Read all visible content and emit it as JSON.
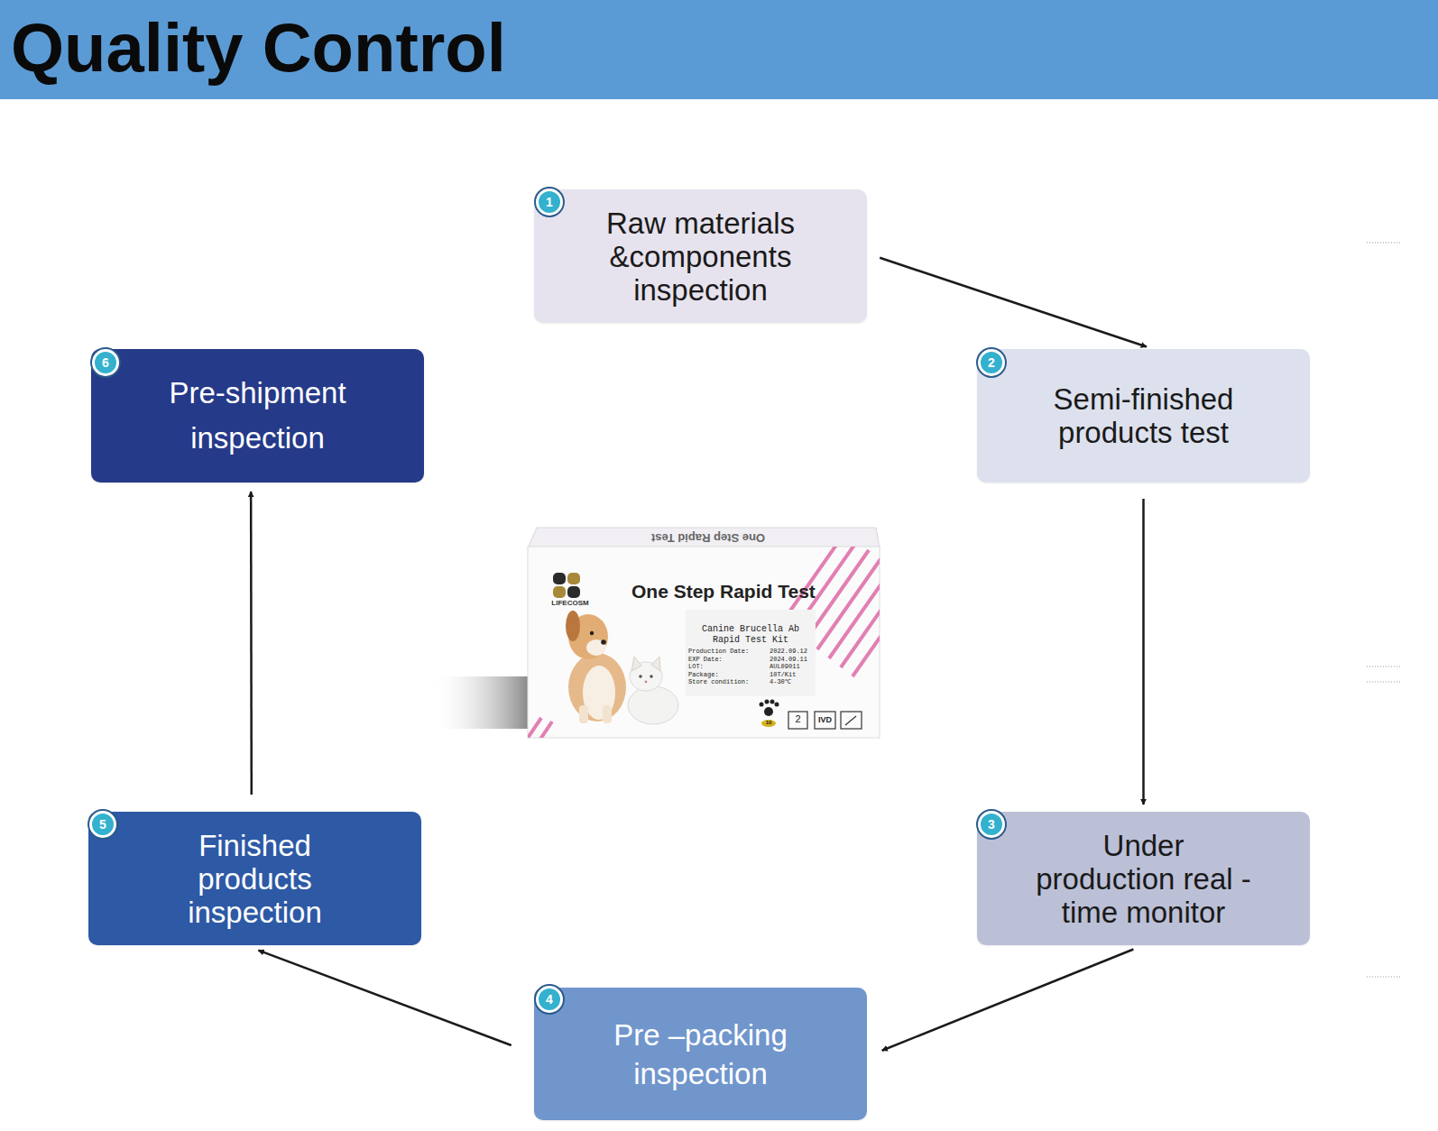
{
  "diagram": {
    "title": "Quality Control",
    "nodes": [
      {
        "text": [
          "Raw materials &components inspection"
        ]
      },
      {
        "text": [
          "Semi-finished products test"
        ]
      },
      {
        "text": [
          "Under production real -time monitor"
        ]
      },
      {
        "text": [
          "Pre –packing inspection"
        ]
      },
      {
        "text": [
          "Finished products inspection"
        ]
      },
      {
        "text": [
          "Pre-shipment inspection"
        ]
      }
    ],
    "edges": [
      {
        "from": 0,
        "to": 1,
        "arrow": "to"
      },
      {
        "from": 1,
        "to": 2,
        "arrow": "to"
      },
      {
        "from": 2,
        "to": 3,
        "arrow": "to"
      },
      {
        "from": 3,
        "to": 4,
        "arrow": "to"
      },
      {
        "from": 4,
        "to": 5,
        "arrow": "to"
      }
    ],
    "labels": [
      "1",
      "2",
      "3",
      "4",
      "5",
      "6",
      "LIFECOSM",
      "One Step Rapid Test",
      "One Step Rapid Test",
      "Canine Brucella Ab Rapid Test Kit",
      "Production Date:",
      "2022.09.12",
      "EXP Date:",
      "2024.09.11",
      "LOT:",
      "AUL09011",
      "Package:",
      "10T/Kit",
      "Store condition:",
      "4-30℃",
      "10",
      "2",
      "IVD"
    ]
  }
}
